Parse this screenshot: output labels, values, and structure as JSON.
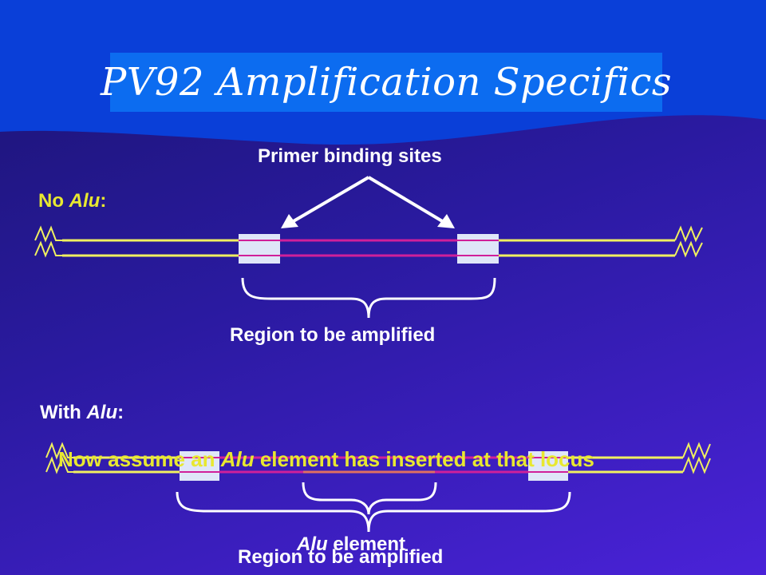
{
  "title": "PV92 Amplification Specifics",
  "labels": {
    "primer_sites": "Primer binding sites",
    "no_alu_prefix": "No ",
    "no_alu_word": "Alu",
    "no_alu_suffix": ":",
    "region_top": "Region to be amplified",
    "with_alu_prefix": "With ",
    "with_alu_word": "Alu",
    "with_alu_suffix": ":",
    "assume_a": "Now assume an ",
    "assume_word": "Alu",
    "assume_b": " element has inserted at that locus",
    "alu_element_word": "Alu",
    "alu_element_suffix": " element",
    "region_bottom": "Region to be amplified"
  },
  "colors": {
    "background": "#2a1aa0",
    "title_box": "#0c6cf0",
    "dna_strand": "#f0f060",
    "amplified_strand": "#d0209a",
    "primer_box": "#dfe6f8",
    "text": "#ffffff",
    "overlay_text": "#e8e830"
  }
}
